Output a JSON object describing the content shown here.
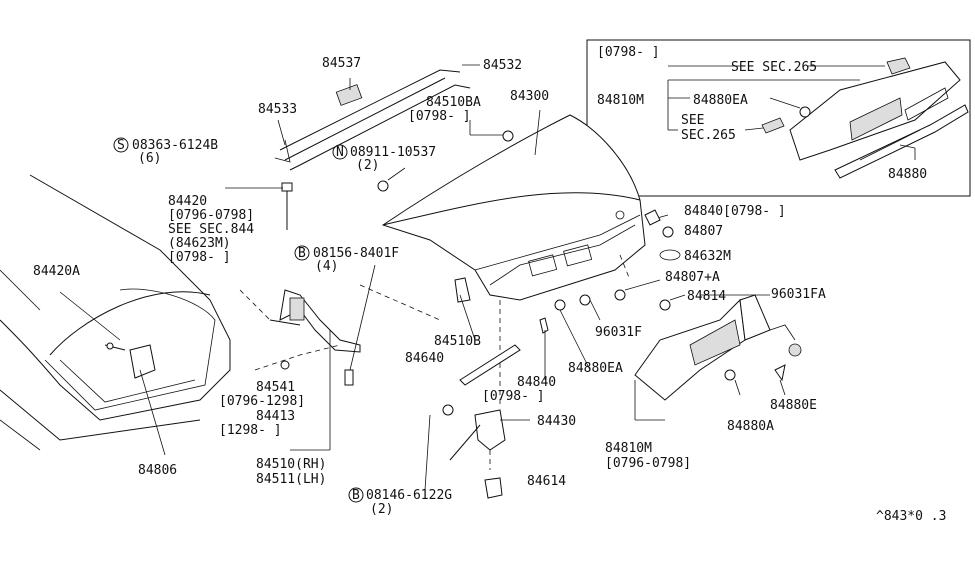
{
  "labels": {
    "l84537": "84537",
    "l84532": "84532",
    "l84533": "84533",
    "l84510BA": "84510BA",
    "l84510BA_date": "[0798-     ]",
    "l84300": "84300",
    "l08363": "08363-6124B",
    "l08363_qty": "(6)",
    "l08911": "08911-10537",
    "l08911_qty": "(2)",
    "l84420": "84420",
    "l84420_date": "[0796-0798]",
    "l84420_see": "SEE SEC.844",
    "l84623M": "(84623M)",
    "l84623M_date": "[0798-     ]",
    "l84420A": "84420A",
    "l08156": "08156-8401F",
    "l08156_qty": "(4)",
    "l84541": "84541",
    "l84541_date": "[0796-1298]",
    "l84413": "84413",
    "l84413_date": "[1298-     ]",
    "l84510RH": "84510(RH)",
    "l84511LH": "84511(LH)",
    "l84806": "84806",
    "l84510B": "84510B",
    "l84640": "84640",
    "l84840": "84840",
    "l84840_date": "[0798-     ]",
    "l84430": "84430",
    "l84614": "84614",
    "l08146": "08146-6122G",
    "l08146_qty": "(2)",
    "l84840r": "84840[0798-     ]",
    "l84807": "84807",
    "l84632M": "84632M",
    "l84807A": "84807+A",
    "l84814": "84814",
    "l96031FA": "96031FA",
    "l96031F": "96031F",
    "l84880EA": "84880EA",
    "l84810M": "84810M",
    "l84810M_date": "[0796-0798]",
    "l84880A": "84880A",
    "l84880E": "84880E",
    "inset_date": "[0798-     ]",
    "inset_see1": "SEE SEC.265",
    "inset_84810M": "84810M",
    "inset_84880EA": "84880EA",
    "inset_see2a": "SEE",
    "inset_see2b": "SEC.265",
    "inset_84880": "84880",
    "ref_code": "^843*0 .3"
  },
  "circled": {
    "s": "S",
    "n": "N",
    "b1": "B",
    "b2": "B"
  }
}
